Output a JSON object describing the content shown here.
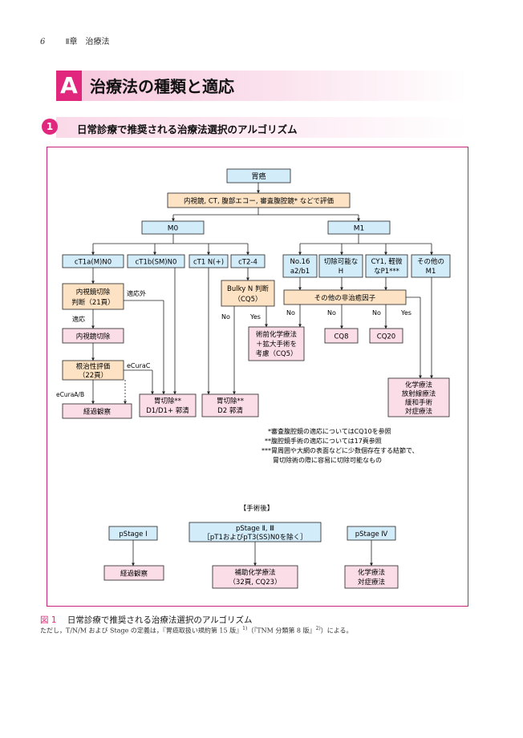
{
  "header": {
    "page_number": "6",
    "chapter": "Ⅱ章　治療法"
  },
  "section": {
    "letter": "A",
    "title": "治療法の種類と適応"
  },
  "subsection": {
    "number": "1",
    "title": "日常診療で推奨される治療法選択のアルゴリズム"
  },
  "flowchart": {
    "root": "胃癌",
    "exam": "内視鏡, CT, 腹部エコー, 審査腹腔鏡* などで評価",
    "m0": "M0",
    "m1": "M1",
    "ct1a": "cT1a(M)N0",
    "ct1b": "cT1b(SM)N0",
    "ct1n": "cT1 N(+)",
    "ct2": "cT2-4",
    "no16": [
      "No.16",
      "a2/b1"
    ],
    "resectable_h": [
      "切除可能な",
      "H"
    ],
    "cy1": [
      "CY1, 軽微",
      "なP1***"
    ],
    "other_m1": [
      "その他の",
      "M1"
    ],
    "endo_judge": [
      "内視鏡切除",
      "判断（21頁）"
    ],
    "label_non_indication": "適応外",
    "label_indication": "適応",
    "endo_resection": "内視鏡切除",
    "curability": [
      "根治性評価",
      "（22頁）"
    ],
    "label_ecurac": "eCuraC",
    "label_ecuraab": "eCuraA/B",
    "observation": "経過観察",
    "gastrectomy_d1": [
      "胃切除**",
      "D1/D1+ 郭清"
    ],
    "gastrectomy_d2": [
      "胃切除**",
      "D2 郭清"
    ],
    "bulky": [
      "Bulky N 判断",
      "（CQ5）"
    ],
    "bulky_no": "No",
    "bulky_yes": "Yes",
    "preop_chemo": [
      "術前化学療法",
      "＋拡大手術を",
      "考慮（CQ5）"
    ],
    "other_factor": "その他の非治癒因子",
    "factor_no1": "No",
    "factor_no2": "No",
    "factor_no3": "No",
    "factor_yes": "Yes",
    "cq8": "CQ8",
    "cq20": "CQ20",
    "systemic": [
      "化学療法",
      "放射線療法",
      "緩和手術",
      "対症療法"
    ],
    "notes": [
      "*審査腹腔鏡の適応についてはCQ10を参照",
      "**腹腔鏡手術の適応については17頁参照",
      "***胃周囲や大網の表面などに少数個存在する結節で、",
      "胃切除術の際に容易に切除可能なもの"
    ],
    "postop_heading": "【手術後】",
    "pstage1": "pStage Ⅰ",
    "pstage23": [
      "pStage Ⅱ, Ⅲ",
      "［pT1およびpT3(SS)N0を除く］"
    ],
    "pstage4": "pStage Ⅳ",
    "post_observation": "経過観察",
    "adjuvant": [
      "補助化学療法",
      "（32頁, CQ23）"
    ],
    "post_systemic": [
      "化学療法",
      "対症療法"
    ]
  },
  "caption": {
    "label": "図 1",
    "title": "日常診療で推奨される治療法選択のアルゴリズム",
    "note_start": "ただし，T/N/M および Stage の定義は，『胃癌取扱い規約第 15 版』",
    "ref1": "1)",
    "note_mid": "（『TNM 分類第 8 版』",
    "ref2": "2)",
    "note_end": "）による。"
  },
  "colors": {
    "accent": "#e0267d",
    "frame": "#c4237a",
    "box_blue": "#d3ecfa",
    "box_orange": "#fde3c4",
    "box_pink": "#fbdde7"
  }
}
